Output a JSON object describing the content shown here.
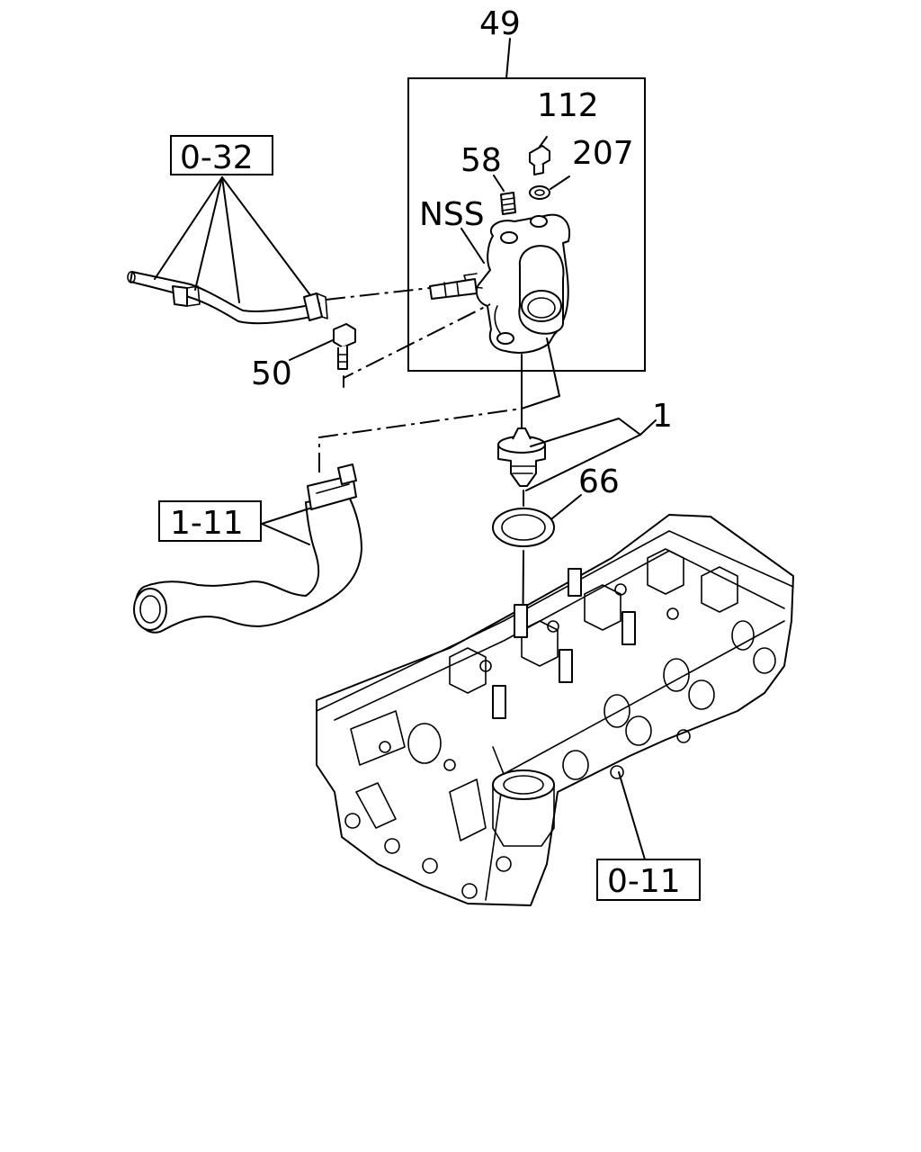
{
  "callouts": {
    "assembly": "49",
    "bolt_top": "112",
    "gasket_top": "207",
    "plug": "58",
    "not_serviced": "NSS",
    "bolt_side": "50",
    "thermostat": "1",
    "seal_ring": "66"
  },
  "references": {
    "bypass_pipe": "0-32",
    "radiator_hose": "1-11",
    "cylinder_head": "0-11"
  }
}
